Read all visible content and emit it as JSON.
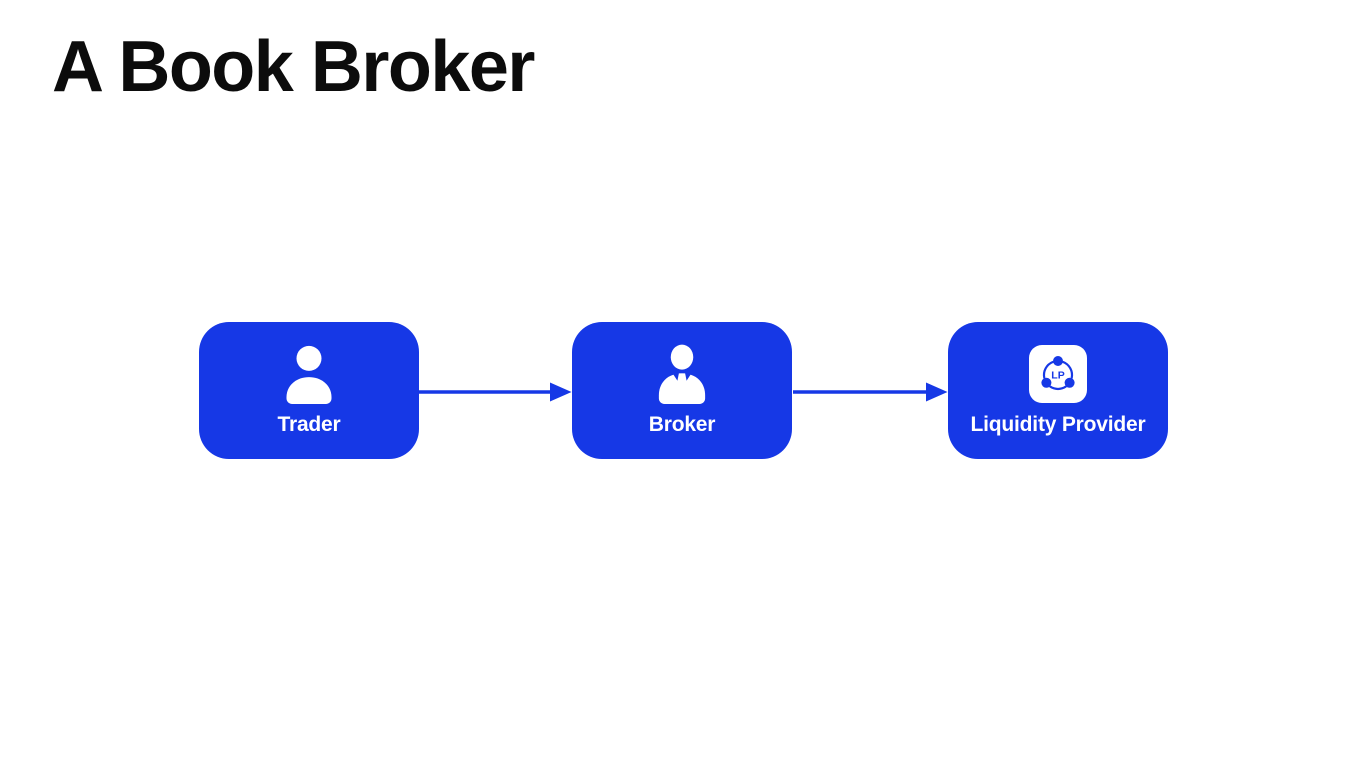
{
  "page": {
    "title": "A Book Broker"
  },
  "colors": {
    "accent": "#1638E6",
    "background": "#FFFFFF",
    "title": "#0C0C0C",
    "node_text": "#FFFFFF"
  },
  "diagram": {
    "type": "flow-left-to-right",
    "nodes": [
      {
        "id": "trader",
        "label": "Trader",
        "icon": "person-icon"
      },
      {
        "id": "broker",
        "label": "Broker",
        "icon": "broker-person-icon"
      },
      {
        "id": "liquidity-provider",
        "label": "Liquidity Provider",
        "icon": "liquidity-network-icon",
        "icon_text": "LP"
      }
    ],
    "connections": [
      {
        "from": "Trader",
        "to": "Broker",
        "style": "solid-arrow-right"
      },
      {
        "from": "Broker",
        "to": "Liquidity Provider",
        "style": "solid-arrow-right"
      }
    ]
  }
}
